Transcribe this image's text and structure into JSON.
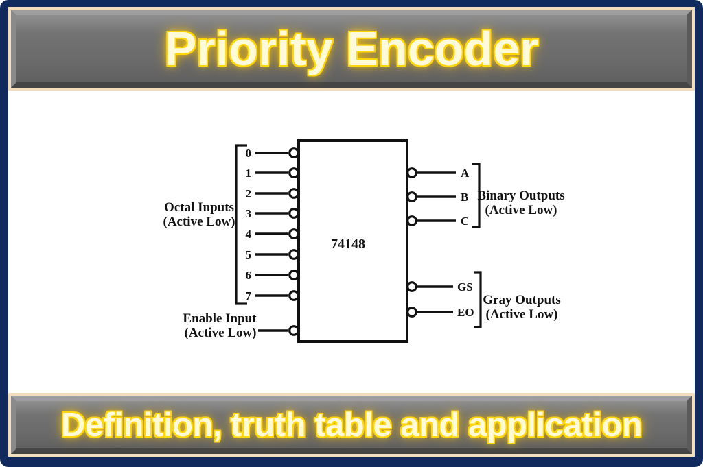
{
  "header": {
    "title": "Priority Encoder"
  },
  "footer": {
    "title": "Definition, truth table and application"
  },
  "diagram": {
    "chip_label": "74148",
    "octal_inputs": {
      "label_line1": "Octal Inputs",
      "label_line2": "(Active Low)",
      "pins": [
        "0",
        "1",
        "2",
        "3",
        "4",
        "5",
        "6",
        "7"
      ]
    },
    "enable_input": {
      "label_line1": "Enable Input",
      "label_line2": "(Active Low)"
    },
    "binary_outputs": {
      "label_line1": "Binary Outputs",
      "label_line2": "(Active Low)",
      "pins": [
        "A",
        "B",
        "C"
      ]
    },
    "gray_outputs": {
      "label_line1": "Gray Outputs",
      "label_line2": "(Active Low)",
      "pins": [
        "GS",
        "EO"
      ]
    }
  },
  "colors": {
    "frame_navy": "#102a5e",
    "frame_peach": "#f3ddbb",
    "banner_gray": "#6e6e6e",
    "title_fill": "#fffbd9",
    "title_outline": "#ffd60a",
    "diagram_ink": "#111111"
  }
}
